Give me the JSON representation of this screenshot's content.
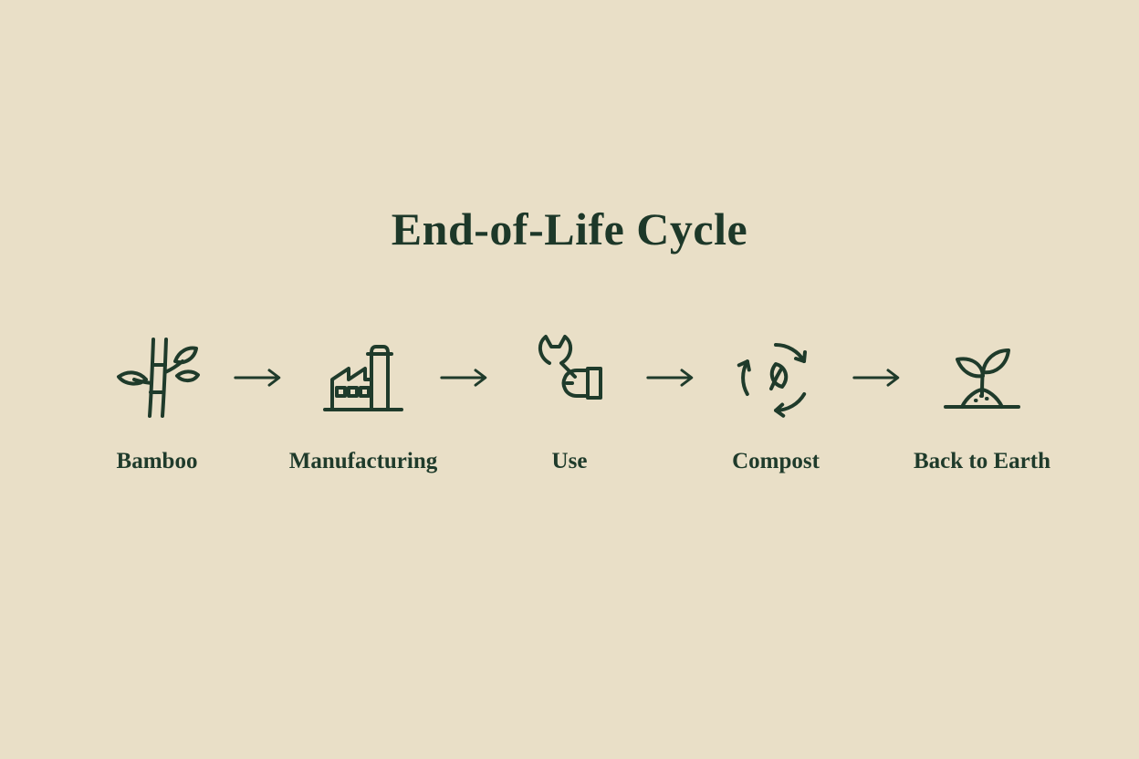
{
  "diagram": {
    "title": "End-of-Life Cycle",
    "steps": [
      {
        "label": "Bamboo",
        "icon": "bamboo-icon"
      },
      {
        "label": "Manufacturing",
        "icon": "factory-icon"
      },
      {
        "label": "Use",
        "icon": "wrench-hand-icon"
      },
      {
        "label": "Compost",
        "icon": "compost-cycle-icon"
      },
      {
        "label": "Back to Earth",
        "icon": "sprout-icon"
      }
    ],
    "arrow": "right-arrow",
    "colors": {
      "background": "#e9dfc7",
      "ink": "#1f3b2b"
    }
  }
}
